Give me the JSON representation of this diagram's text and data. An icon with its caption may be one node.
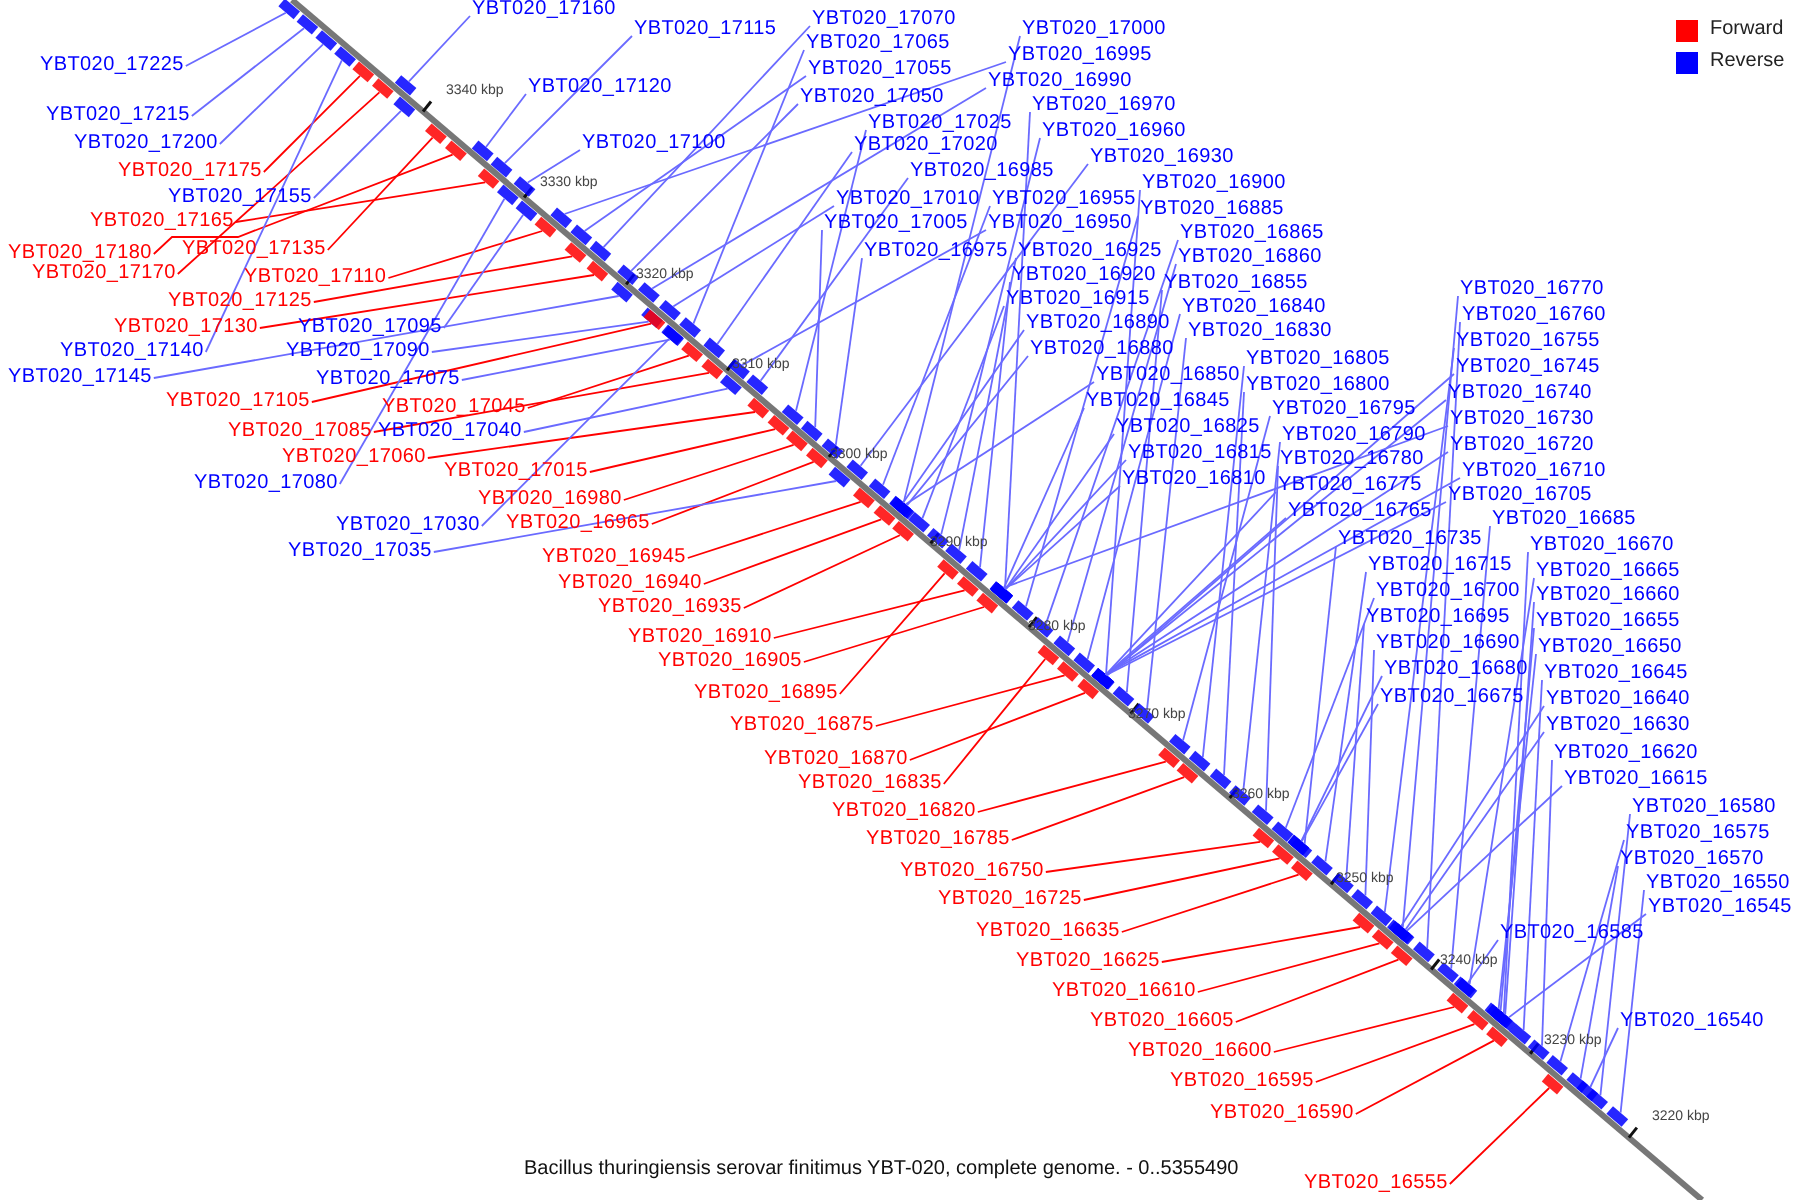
{
  "diagram": {
    "caption": "Bacillus thuringiensis serovar finitimus YBT-020, complete genome. - 0..5355490",
    "nodes": [
      {
        "text": [
          "YBT020_17160"
        ]
      },
      {
        "text": [
          "YBT020_17115"
        ]
      },
      {
        "text": [
          "YBT020_17120"
        ]
      },
      {
        "text": [
          "YBT020_17100"
        ]
      },
      {
        "text": [
          "YBT020_17070"
        ]
      },
      {
        "text": [
          "YBT020_17065"
        ]
      },
      {
        "text": [
          "YBT020_17055"
        ]
      },
      {
        "text": [
          "YBT020_17050"
        ]
      },
      {
        "text": [
          "YBT020_17025"
        ]
      },
      {
        "text": [
          "YBT020_17020"
        ]
      },
      {
        "text": [
          "YBT020_17010"
        ]
      },
      {
        "text": [
          "YBT020_17005"
        ]
      },
      {
        "text": [
          "YBT020_16975"
        ]
      },
      {
        "text": [
          "YBT020_17000"
        ]
      },
      {
        "text": [
          "YBT020_16995"
        ]
      },
      {
        "text": [
          "YBT020_16990"
        ]
      },
      {
        "text": [
          "YBT020_16970"
        ]
      },
      {
        "text": [
          "YBT020_16960"
        ]
      },
      {
        "text": [
          "YBT020_16985"
        ]
      },
      {
        "text": [
          "YBT020_16930"
        ]
      },
      {
        "text": [
          "YBT020_16955"
        ]
      },
      {
        "text": [
          "YBT020_16950"
        ]
      },
      {
        "text": [
          "YBT020_16925"
        ]
      },
      {
        "text": [
          "YBT020_16920"
        ]
      },
      {
        "text": [
          "YBT020_16915"
        ]
      },
      {
        "text": [
          "YBT020_16890"
        ]
      },
      {
        "text": [
          "YBT020_16880"
        ]
      },
      {
        "text": [
          "YBT020_16900"
        ]
      },
      {
        "text": [
          "YBT020_16885"
        ]
      },
      {
        "text": [
          "YBT020_16865"
        ]
      },
      {
        "text": [
          "YBT020_16860"
        ]
      },
      {
        "text": [
          "YBT020_16855"
        ]
      },
      {
        "text": [
          "YBT020_16840"
        ]
      },
      {
        "text": [
          "YBT020_16830"
        ]
      },
      {
        "text": [
          "YBT020_16850"
        ]
      },
      {
        "text": [
          "YBT020_16845"
        ]
      },
      {
        "text": [
          "YBT020_16825"
        ]
      },
      {
        "text": [
          "YBT020_16815"
        ]
      },
      {
        "text": [
          "YBT020_16810"
        ]
      },
      {
        "text": [
          "YBT020_16805"
        ]
      },
      {
        "text": [
          "YBT020_16800"
        ]
      },
      {
        "text": [
          "YBT020_16795"
        ]
      },
      {
        "text": [
          "YBT020_16790"
        ]
      },
      {
        "text": [
          "YBT020_16780"
        ]
      },
      {
        "text": [
          "YBT020_16775"
        ]
      },
      {
        "text": [
          "YBT020_16765"
        ]
      },
      {
        "text": [
          "YBT020_16735"
        ]
      },
      {
        "text": [
          "YBT020_16715"
        ]
      },
      {
        "text": [
          "YBT020_16700"
        ]
      },
      {
        "text": [
          "YBT020_16695"
        ]
      },
      {
        "text": [
          "YBT020_16690"
        ]
      },
      {
        "text": [
          "YBT020_16680"
        ]
      },
      {
        "text": [
          "YBT020_16675"
        ]
      },
      {
        "text": [
          "YBT020_16770"
        ]
      },
      {
        "text": [
          "YBT020_16760"
        ]
      },
      {
        "text": [
          "YBT020_16755"
        ]
      },
      {
        "text": [
          "YBT020_16745"
        ]
      },
      {
        "text": [
          "YBT020_16740"
        ]
      },
      {
        "text": [
          "YBT020_16730"
        ]
      },
      {
        "text": [
          "YBT020_16720"
        ]
      },
      {
        "text": [
          "YBT020_16710"
        ]
      },
      {
        "text": [
          "YBT020_16705"
        ]
      },
      {
        "text": [
          "YBT020_16685"
        ]
      },
      {
        "text": [
          "YBT020_16670"
        ]
      },
      {
        "text": [
          "YBT020_16665"
        ]
      },
      {
        "text": [
          "YBT020_16660"
        ]
      },
      {
        "text": [
          "YBT020_16655"
        ]
      },
      {
        "text": [
          "YBT020_16650"
        ]
      },
      {
        "text": [
          "YBT020_16645"
        ]
      },
      {
        "text": [
          "YBT020_16640"
        ]
      },
      {
        "text": [
          "YBT020_16630"
        ]
      },
      {
        "text": [
          "YBT020_16620"
        ]
      },
      {
        "text": [
          "YBT020_16615"
        ]
      },
      {
        "text": [
          "YBT020_16580"
        ]
      },
      {
        "text": [
          "YBT020_16575"
        ]
      },
      {
        "text": [
          "YBT020_16570"
        ]
      },
      {
        "text": [
          "YBT020_16550"
        ]
      },
      {
        "text": [
          "YBT020_16545"
        ]
      },
      {
        "text": [
          "YBT020_16585"
        ]
      },
      {
        "text": [
          "YBT020_16540"
        ]
      },
      {
        "text": [
          "YBT020_17225"
        ]
      },
      {
        "text": [
          "YBT020_17215"
        ]
      },
      {
        "text": [
          "YBT020_17200"
        ]
      },
      {
        "text": [
          "YBT020_17175"
        ]
      },
      {
        "text": [
          "YBT020_17155"
        ]
      },
      {
        "text": [
          "YBT020_17165"
        ]
      },
      {
        "text": [
          "YBT020_17180"
        ]
      },
      {
        "text": [
          "YBT020_17135"
        ]
      },
      {
        "text": [
          "YBT020_17170"
        ]
      },
      {
        "text": [
          "YBT020_17110"
        ]
      },
      {
        "text": [
          "YBT020_17125"
        ]
      },
      {
        "text": [
          "YBT020_17130"
        ]
      },
      {
        "text": [
          "YBT020_17095"
        ]
      },
      {
        "text": [
          "YBT020_17140"
        ]
      },
      {
        "text": [
          "YBT020_17090"
        ]
      },
      {
        "text": [
          "YBT020_17145"
        ]
      },
      {
        "text": [
          "YBT020_17075"
        ]
      },
      {
        "text": [
          "YBT020_17105"
        ]
      },
      {
        "text": [
          "YBT020_17045"
        ]
      },
      {
        "text": [
          "YBT020_17085"
        ]
      },
      {
        "text": [
          "YBT020_17040"
        ]
      },
      {
        "text": [
          "YBT020_17060"
        ]
      },
      {
        "text": [
          "YBT020_17015"
        ]
      },
      {
        "text": [
          "YBT020_17080"
        ]
      },
      {
        "text": [
          "YBT020_16980"
        ]
      },
      {
        "text": [
          "YBT020_16965"
        ]
      },
      {
        "text": [
          "YBT020_17030"
        ]
      },
      {
        "text": [
          "YBT020_17035"
        ]
      },
      {
        "text": [
          "YBT020_16945"
        ]
      },
      {
        "text": [
          "YBT020_16940"
        ]
      },
      {
        "text": [
          "YBT020_16935"
        ]
      },
      {
        "text": [
          "YBT020_16910"
        ]
      },
      {
        "text": [
          "YBT020_16905"
        ]
      },
      {
        "text": [
          "YBT020_16895"
        ]
      },
      {
        "text": [
          "YBT020_16875"
        ]
      },
      {
        "text": [
          "YBT020_16870"
        ]
      },
      {
        "text": [
          "YBT020_16835"
        ]
      },
      {
        "text": [
          "YBT020_16820"
        ]
      },
      {
        "text": [
          "YBT020_16785"
        ]
      },
      {
        "text": [
          "YBT020_16750"
        ]
      },
      {
        "text": [
          "YBT020_16725"
        ]
      },
      {
        "text": [
          "YBT020_16635"
        ]
      },
      {
        "text": [
          "YBT020_16625"
        ]
      },
      {
        "text": [
          "YBT020_16610"
        ]
      },
      {
        "text": [
          "YBT020_16605"
        ]
      },
      {
        "text": [
          "YBT020_16600"
        ]
      },
      {
        "text": [
          "YBT020_16595"
        ]
      },
      {
        "text": [
          "YBT020_16590"
        ]
      },
      {
        "text": [
          "YBT020_16555"
        ]
      },
      {
        "text": [],
        "shape": "bar"
      },
      {
        "text": [],
        "shape": "bar"
      },
      {
        "text": [],
        "shape": "bar"
      },
      {
        "text": [],
        "shape": "bar"
      },
      {
        "text": [],
        "shape": "bar"
      },
      {
        "text": [],
        "shape": "bar"
      },
      {
        "text": [],
        "shape": "bar"
      },
      {
        "text": [],
        "shape": "bar"
      },
      {
        "text": [],
        "shape": "bar"
      },
      {
        "text": [],
        "shape": "bar"
      },
      {
        "text": [],
        "shape": "bar"
      },
      {
        "text": [],
        "shape": "bar"
      },
      {
        "text": [],
        "shape": "bar"
      },
      {
        "text": [],
        "shape": "bar"
      },
      {
        "text": [],
        "shape": "bar"
      },
      {
        "text": [],
        "shape": "bar"
      },
      {
        "text": [],
        "shape": "bar"
      },
      {
        "text": [],
        "shape": "bar"
      },
      {
        "text": [],
        "shape": "bar"
      },
      {
        "text": [],
        "shape": "bar"
      },
      {
        "text": [],
        "shape": "bar"
      },
      {
        "text": [],
        "shape": "bar"
      },
      {
        "text": [],
        "shape": "bar"
      },
      {
        "text": [],
        "shape": "bar"
      },
      {
        "text": [],
        "shape": "bar"
      },
      {
        "text": [],
        "shape": "bar"
      },
      {
        "text": [],
        "shape": "bar"
      },
      {
        "text": [],
        "shape": "bar"
      },
      {
        "text": [],
        "shape": "bar"
      },
      {
        "text": [],
        "shape": "bar"
      },
      {
        "text": [],
        "shape": "bar"
      },
      {
        "text": [],
        "shape": "bar"
      },
      {
        "text": [],
        "shape": "bar"
      },
      {
        "text": [],
        "shape": "bar"
      },
      {
        "text": [],
        "shape": "bar"
      },
      {
        "text": [],
        "shape": "bar"
      },
      {
        "text": [],
        "shape": "bar"
      },
      {
        "text": [],
        "shape": "bar"
      },
      {
        "text": [],
        "shape": "bar"
      },
      {
        "text": [],
        "shape": "bar"
      },
      {
        "text": [],
        "shape": "bar"
      },
      {
        "text": [],
        "shape": "bar"
      },
      {
        "text": [],
        "shape": "bar"
      },
      {
        "text": [],
        "shape": "bar"
      },
      {
        "text": [],
        "shape": "bar"
      },
      {
        "text": [],
        "shape": "bar"
      },
      {
        "text": [],
        "shape": "bar"
      },
      {
        "text": [],
        "shape": "bar"
      },
      {
        "text": [],
        "shape": "bar"
      },
      {
        "text": [],
        "shape": "bar"
      },
      {
        "text": [],
        "shape": "bar"
      },
      {
        "text": [],
        "shape": "bar"
      },
      {
        "text": [],
        "shape": "bar"
      },
      {
        "text": [],
        "shape": "bar"
      },
      {
        "text": [],
        "shape": "bar"
      },
      {
        "text": [],
        "shape": "bar"
      },
      {
        "text": [],
        "shape": "bar"
      },
      {
        "text": [],
        "shape": "bar"
      },
      {
        "text": [],
        "shape": "bar"
      },
      {
        "text": [],
        "shape": "bar"
      },
      {
        "text": [],
        "shape": "bar"
      },
      {
        "text": [],
        "shape": "bar"
      },
      {
        "text": [],
        "shape": "bar"
      },
      {
        "text": [],
        "shape": "bar"
      },
      {
        "text": [],
        "shape": "bar"
      },
      {
        "text": [],
        "shape": "bar"
      },
      {
        "text": [],
        "shape": "bar"
      },
      {
        "text": [],
        "shape": "bar"
      },
      {
        "text": [],
        "shape": "bar"
      },
      {
        "text": [],
        "shape": "bar"
      },
      {
        "text": [],
        "shape": "bar"
      },
      {
        "text": [],
        "shape": "bar"
      },
      {
        "text": [],
        "shape": "bar"
      },
      {
        "text": [],
        "shape": "bar"
      },
      {
        "text": [],
        "shape": "bar"
      },
      {
        "text": [],
        "shape": "bar"
      },
      {
        "text": [],
        "shape": "bar"
      },
      {
        "text": [],
        "shape": "bar"
      },
      {
        "text": [],
        "shape": "bar"
      },
      {
        "text": [],
        "shape": "bar"
      },
      {
        "text": [],
        "shape": "bar"
      },
      {
        "text": [],
        "shape": "bar"
      },
      {
        "text": [],
        "shape": "bar"
      },
      {
        "text": [],
        "shape": "bar"
      },
      {
        "text": [],
        "shape": "bar"
      },
      {
        "text": [],
        "shape": "bar"
      },
      {
        "text": [],
        "shape": "bar"
      },
      {
        "text": [],
        "shape": "bar"
      },
      {
        "text": [],
        "shape": "bar"
      },
      {
        "text": [],
        "shape": "bar"
      },
      {
        "text": [],
        "shape": "bar"
      },
      {
        "text": [],
        "shape": "bar"
      },
      {
        "text": [],
        "shape": "bar"
      },
      {
        "text": [],
        "shape": "bar"
      },
      {
        "text": [],
        "shape": "bar"
      },
      {
        "text": [],
        "shape": "bar"
      },
      {
        "text": [],
        "shape": "bar"
      },
      {
        "text": [],
        "shape": "bar"
      },
      {
        "text": [],
        "shape": "bar"
      },
      {
        "text": [],
        "shape": "bar"
      },
      {
        "text": [],
        "shape": "bar"
      },
      {
        "text": [],
        "shape": "bar"
      },
      {
        "text": [],
        "shape": "bar"
      },
      {
        "text": [],
        "shape": "bar"
      },
      {
        "text": [],
        "shape": "bar"
      },
      {
        "text": [],
        "shape": "bar"
      },
      {
        "text": [],
        "shape": "bar"
      },
      {
        "text": [],
        "shape": "bar"
      },
      {
        "text": [],
        "shape": "bar"
      },
      {
        "text": [],
        "shape": "bar"
      },
      {
        "text": [],
        "shape": "bar"
      },
      {
        "text": [],
        "shape": "bar"
      },
      {
        "text": [],
        "shape": "bar"
      },
      {
        "text": [],
        "shape": "bar"
      },
      {
        "text": [],
        "shape": "bar"
      },
      {
        "text": [],
        "shape": "bar"
      },
      {
        "text": [],
        "shape": "bar"
      },
      {
        "text": [],
        "shape": "bar"
      },
      {
        "text": [],
        "shape": "bar"
      },
      {
        "text": [],
        "shape": "bar"
      },
      {
        "text": [],
        "shape": "bar"
      },
      {
        "text": [],
        "shape": "bar"
      },
      {
        "text": [],
        "shape": "bar"
      },
      {
        "text": [],
        "shape": "bar"
      },
      {
        "text": [],
        "shape": "bar"
      },
      {
        "text": [],
        "shape": "bar"
      },
      {
        "text": [],
        "shape": "bar"
      },
      {
        "text": [],
        "shape": "bar"
      },
      {
        "text": [],
        "shape": "bar"
      }
    ],
    "edges": [
      {
        "from": 0,
        "to": 129,
        "arrow": "none"
      },
      {
        "from": 1,
        "to": 130,
        "arrow": "none"
      },
      {
        "from": 2,
        "to": 131,
        "arrow": "none"
      },
      {
        "from": 3,
        "to": 132,
        "arrow": "none"
      },
      {
        "from": 4,
        "to": 133,
        "arrow": "none"
      },
      {
        "from": 5,
        "to": 134,
        "arrow": "none"
      },
      {
        "from": 6,
        "to": 135,
        "arrow": "none"
      },
      {
        "from": 7,
        "to": 136,
        "arrow": "none"
      },
      {
        "from": 8,
        "to": 137,
        "arrow": "none"
      },
      {
        "from": 9,
        "to": 138,
        "arrow": "none"
      },
      {
        "from": 10,
        "to": 139,
        "arrow": "none"
      },
      {
        "from": 11,
        "to": 140,
        "arrow": "none"
      },
      {
        "from": 12,
        "to": 141,
        "arrow": "none"
      },
      {
        "from": 13,
        "to": 142,
        "arrow": "none"
      },
      {
        "from": 14,
        "to": 143,
        "arrow": "none"
      },
      {
        "from": 15,
        "to": 144,
        "arrow": "none"
      },
      {
        "from": 16,
        "to": 145,
        "arrow": "none"
      },
      {
        "from": 17,
        "to": 146,
        "arrow": "none"
      },
      {
        "from": 18,
        "to": 147,
        "arrow": "none"
      },
      {
        "from": 19,
        "to": 148,
        "arrow": "none"
      },
      {
        "from": 20,
        "to": 149,
        "arrow": "none"
      },
      {
        "from": 21,
        "to": 150,
        "arrow": "none"
      },
      {
        "from": 22,
        "to": 151,
        "arrow": "none"
      },
      {
        "from": 23,
        "to": 152,
        "arrow": "none"
      },
      {
        "from": 24,
        "to": 153,
        "arrow": "none"
      },
      {
        "from": 25,
        "to": 154,
        "arrow": "none"
      },
      {
        "from": 26,
        "to": 155,
        "arrow": "none"
      },
      {
        "from": 27,
        "to": 156,
        "arrow": "none"
      },
      {
        "from": 28,
        "to": 157,
        "arrow": "none"
      },
      {
        "from": 29,
        "to": 158,
        "arrow": "none"
      },
      {
        "from": 30,
        "to": 159,
        "arrow": "none"
      },
      {
        "from": 31,
        "to": 160,
        "arrow": "none"
      },
      {
        "from": 32,
        "to": 161,
        "arrow": "none"
      },
      {
        "from": 33,
        "to": 162,
        "arrow": "none"
      },
      {
        "from": 34,
        "to": 163,
        "arrow": "none"
      },
      {
        "from": 35,
        "to": 164,
        "arrow": "none"
      },
      {
        "from": 36,
        "to": 165,
        "arrow": "none"
      },
      {
        "from": 37,
        "to": 166,
        "arrow": "none"
      },
      {
        "from": 38,
        "to": 167,
        "arrow": "none"
      },
      {
        "from": 39,
        "to": 168,
        "arrow": "none"
      },
      {
        "from": 40,
        "to": 169,
        "arrow": "none"
      },
      {
        "from": 41,
        "to": 170,
        "arrow": "none"
      },
      {
        "from": 42,
        "to": 171,
        "arrow": "none"
      },
      {
        "from": 43,
        "to": 172,
        "arrow": "none"
      },
      {
        "from": 44,
        "to": 173,
        "arrow": "none"
      },
      {
        "from": 45,
        "to": 174,
        "arrow": "none"
      },
      {
        "from": 46,
        "to": 175,
        "arrow": "none"
      },
      {
        "from": 47,
        "to": 176,
        "arrow": "none"
      },
      {
        "from": 48,
        "to": 177,
        "arrow": "none"
      },
      {
        "from": 49,
        "to": 178,
        "arrow": "none"
      },
      {
        "from": 50,
        "to": 179,
        "arrow": "none"
      },
      {
        "from": 51,
        "to": 180,
        "arrow": "none"
      },
      {
        "from": 52,
        "to": 181,
        "arrow": "none"
      },
      {
        "from": 53,
        "to": 182,
        "arrow": "none"
      },
      {
        "from": 54,
        "to": 183,
        "arrow": "none"
      },
      {
        "from": 55,
        "to": 184,
        "arrow": "none"
      },
      {
        "from": 56,
        "to": 185,
        "arrow": "none"
      },
      {
        "from": 57,
        "to": 186,
        "arrow": "none"
      },
      {
        "from": 58,
        "to": 187,
        "arrow": "none"
      },
      {
        "from": 59,
        "to": 188,
        "arrow": "none"
      },
      {
        "from": 60,
        "to": 189,
        "arrow": "none"
      },
      {
        "from": 61,
        "to": 190,
        "arrow": "none"
      },
      {
        "from": 62,
        "to": 191,
        "arrow": "none"
      },
      {
        "from": 63,
        "to": 192,
        "arrow": "none"
      },
      {
        "from": 64,
        "to": 193,
        "arrow": "none"
      },
      {
        "from": 65,
        "to": 194,
        "arrow": "none"
      },
      {
        "from": 66,
        "to": 195,
        "arrow": "none"
      },
      {
        "from": 67,
        "to": 196,
        "arrow": "none"
      },
      {
        "from": 68,
        "to": 197,
        "arrow": "none"
      },
      {
        "from": 69,
        "to": 198,
        "arrow": "none"
      },
      {
        "from": 70,
        "to": 199,
        "arrow": "none"
      },
      {
        "from": 71,
        "to": 200,
        "arrow": "none"
      },
      {
        "from": 72,
        "to": 201,
        "arrow": "none"
      },
      {
        "from": 73,
        "to": 202,
        "arrow": "none"
      },
      {
        "from": 74,
        "to": 203,
        "arrow": "none"
      },
      {
        "from": 75,
        "to": 204,
        "arrow": "none"
      },
      {
        "from": 76,
        "to": 205,
        "arrow": "none"
      },
      {
        "from": 77,
        "to": 206,
        "arrow": "none"
      },
      {
        "from": 78,
        "to": 207,
        "arrow": "none"
      },
      {
        "from": 79,
        "to": 208,
        "arrow": "none"
      },
      {
        "from": 80,
        "to": 209,
        "arrow": "none"
      },
      {
        "from": 81,
        "to": 210,
        "arrow": "none"
      },
      {
        "from": 82,
        "to": 211,
        "arrow": "none"
      },
      {
        "from": 83,
        "to": 212,
        "arrow": "none",
        "color": "#ff0000"
      },
      {
        "from": 84,
        "to": 213,
        "arrow": "none"
      },
      {
        "from": 85,
        "to": 214,
        "arrow": "none",
        "color": "#ff0000"
      },
      {
        "from": 86,
        "to": 215,
        "arrow": "none",
        "color": "#ff0000"
      },
      {
        "from": 87,
        "to": 216,
        "arrow": "none",
        "color": "#ff0000"
      },
      {
        "from": 88,
        "to": 217,
        "arrow": "none",
        "color": "#ff0000"
      },
      {
        "from": 89,
        "to": 218,
        "arrow": "none",
        "color": "#ff0000"
      },
      {
        "from": 90,
        "to": 219,
        "arrow": "none",
        "color": "#ff0000"
      },
      {
        "from": 91,
        "to": 220,
        "arrow": "none",
        "color": "#ff0000"
      },
      {
        "from": 92,
        "to": 221,
        "arrow": "none"
      },
      {
        "from": 93,
        "to": 222,
        "arrow": "none"
      },
      {
        "from": 94,
        "to": 223,
        "arrow": "none"
      },
      {
        "from": 95,
        "to": 224,
        "arrow": "none"
      },
      {
        "from": 96,
        "to": 225,
        "arrow": "none"
      },
      {
        "from": 97,
        "to": 226,
        "arrow": "none",
        "color": "#ff0000"
      },
      {
        "from": 98,
        "to": 227,
        "arrow": "none",
        "color": "#ff0000"
      },
      {
        "from": 99,
        "to": 228,
        "arrow": "none",
        "color": "#ff0000"
      },
      {
        "from": 100,
        "to": 229,
        "arrow": "none"
      },
      {
        "from": 101,
        "to": 230,
        "arrow": "none",
        "color": "#ff0000"
      },
      {
        "from": 102,
        "to": 231,
        "arrow": "none",
        "color": "#ff0000"
      },
      {
        "from": 103,
        "to": 232,
        "arrow": "none"
      },
      {
        "from": 104,
        "to": 233,
        "arrow": "none",
        "color": "#ff0000"
      },
      {
        "from": 105,
        "to": 234,
        "arrow": "none",
        "color": "#ff0000"
      },
      {
        "from": 106,
        "to": 235,
        "arrow": "none"
      },
      {
        "from": 107,
        "to": 236,
        "arrow": "none"
      },
      {
        "from": 108,
        "to": 237,
        "arrow": "none",
        "color": "#ff0000"
      },
      {
        "from": 109,
        "to": 238,
        "arrow": "none",
        "color": "#ff0000"
      },
      {
        "from": 110,
        "to": 239,
        "arrow": "none",
        "color": "#ff0000"
      },
      {
        "from": 111,
        "to": 240,
        "arrow": "none",
        "color": "#ff0000"
      },
      {
        "from": 112,
        "to": 241,
        "arrow": "none",
        "color": "#ff0000"
      },
      {
        "from": 113,
        "to": 242,
        "arrow": "none",
        "color": "#ff0000"
      },
      {
        "from": 114,
        "to": 243,
        "arrow": "none",
        "color": "#ff0000"
      },
      {
        "from": 115,
        "to": 244,
        "arrow": "none",
        "color": "#ff0000"
      },
      {
        "from": 116,
        "to": 245,
        "arrow": "none",
        "color": "#ff0000"
      },
      {
        "from": 117,
        "to": 246,
        "arrow": "none",
        "color": "#ff0000"
      },
      {
        "from": 118,
        "to": 247,
        "arrow": "none",
        "color": "#ff0000"
      },
      {
        "from": 119,
        "to": 248,
        "arrow": "none",
        "color": "#ff0000"
      },
      {
        "from": 120,
        "to": 249,
        "arrow": "none",
        "color": "#ff0000"
      },
      {
        "from": 121,
        "to": 250,
        "arrow": "none",
        "color": "#ff0000"
      },
      {
        "from": 122,
        "to": 251,
        "arrow": "none",
        "color": "#ff0000"
      },
      {
        "from": 123,
        "to": 252,
        "arrow": "none",
        "color": "#ff0000"
      },
      {
        "from": 124,
        "to": 253,
        "arrow": "none",
        "color": "#ff0000"
      },
      {
        "from": 125,
        "to": 254,
        "arrow": "none",
        "color": "#ff0000"
      },
      {
        "from": 126,
        "to": 255,
        "arrow": "none",
        "color": "#ff0000"
      },
      {
        "from": 127,
        "to": 256,
        "arrow": "none",
        "color": "#ff0000"
      },
      {
        "from": 128,
        "to": 257,
        "arrow": "none",
        "color": "#ff0000"
      }
    ],
    "labels": [
      "3340 kbp",
      "3330 kbp",
      "3320 kbp",
      "3310 kbp",
      "3300 kbp",
      "3290 kbp",
      "3280 kbp",
      "3270 kbp",
      "3260 kbp",
      "3250 kbp",
      "3240 kbp",
      "3230 kbp",
      "3220 kbp"
    ],
    "legend": [
      {
        "text": "Forward",
        "color": "#ff0000"
      },
      {
        "text": "Reverse",
        "color": "#0000ff"
      }
    ]
  }
}
